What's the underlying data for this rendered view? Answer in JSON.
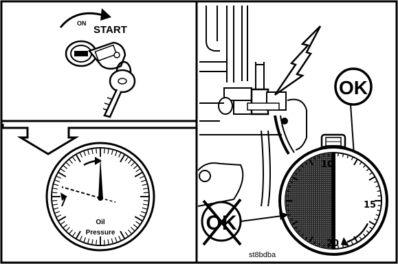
{
  "ignition_panel": {
    "on_label": "ON",
    "start_label": "START"
  },
  "oil_gauge": {
    "label_line1": "Oil",
    "label_line2": "Pressure"
  },
  "engine_panel": {
    "ok_label": "OK",
    "not_ok_label": "OK",
    "timer_numbers": [
      "10",
      "15",
      "20"
    ],
    "figure_code": "st8bdba"
  }
}
